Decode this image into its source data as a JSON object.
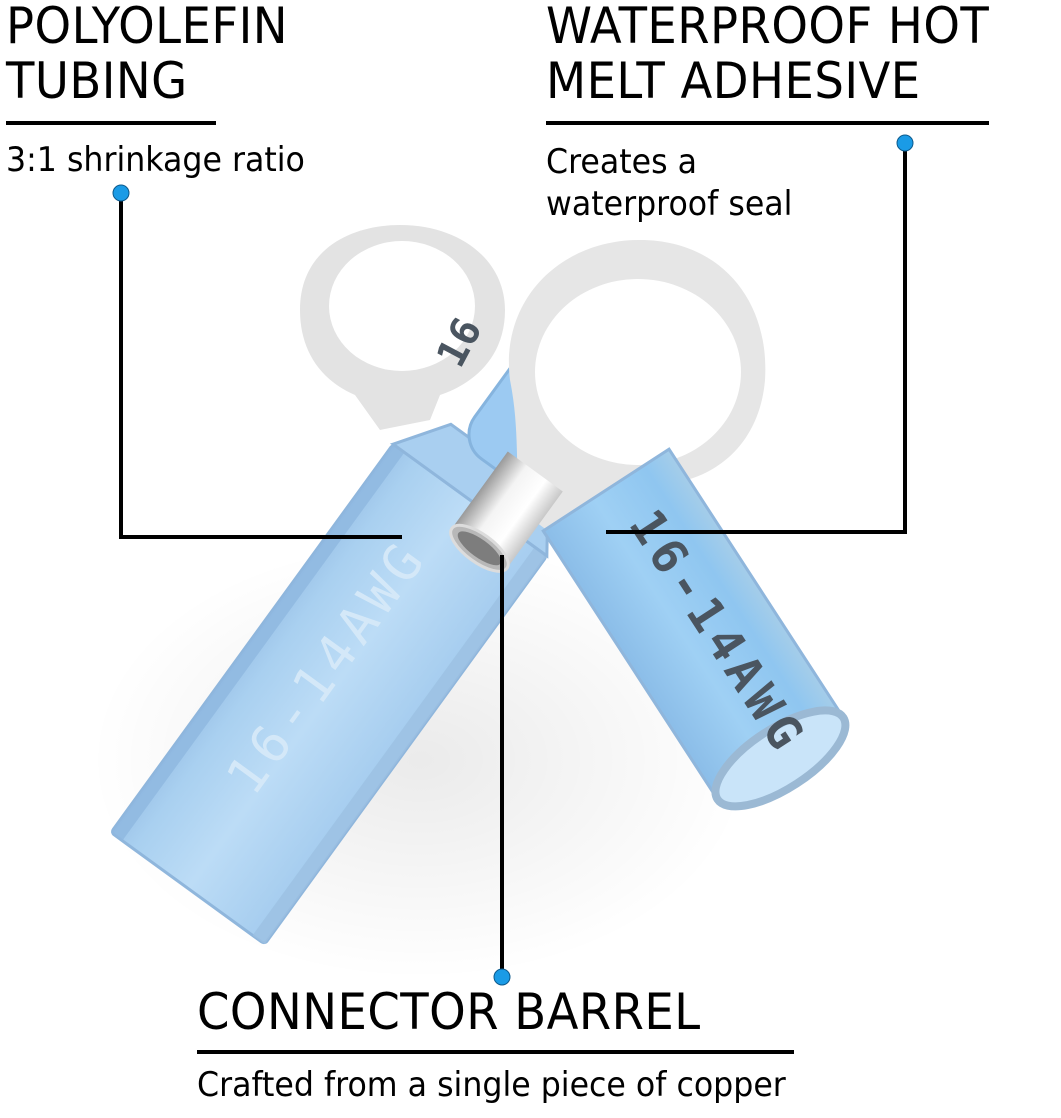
{
  "callouts": {
    "polyolefin": {
      "title": "POLYOLEFIN\nTUBING",
      "description": "3:1 shrinkage ratio"
    },
    "adhesive": {
      "title": "WATERPROOF HOT\nMELT ADHESIVE",
      "description": "Creates a\nwaterproof seal"
    },
    "barrel": {
      "title": "CONNECTOR BARREL",
      "description": "Crafted from a single piece of copper"
    }
  },
  "product": {
    "left_terminal_print": "16-14AWG",
    "right_terminal_print": "16-14AWG"
  },
  "colors": {
    "marker_dot": "#1a9be6",
    "tube_blue": "#8fc4ee",
    "tube_blue_light": "#bcdcf6",
    "ring_gray": "#e6e6e6",
    "leader_line": "#000000"
  }
}
